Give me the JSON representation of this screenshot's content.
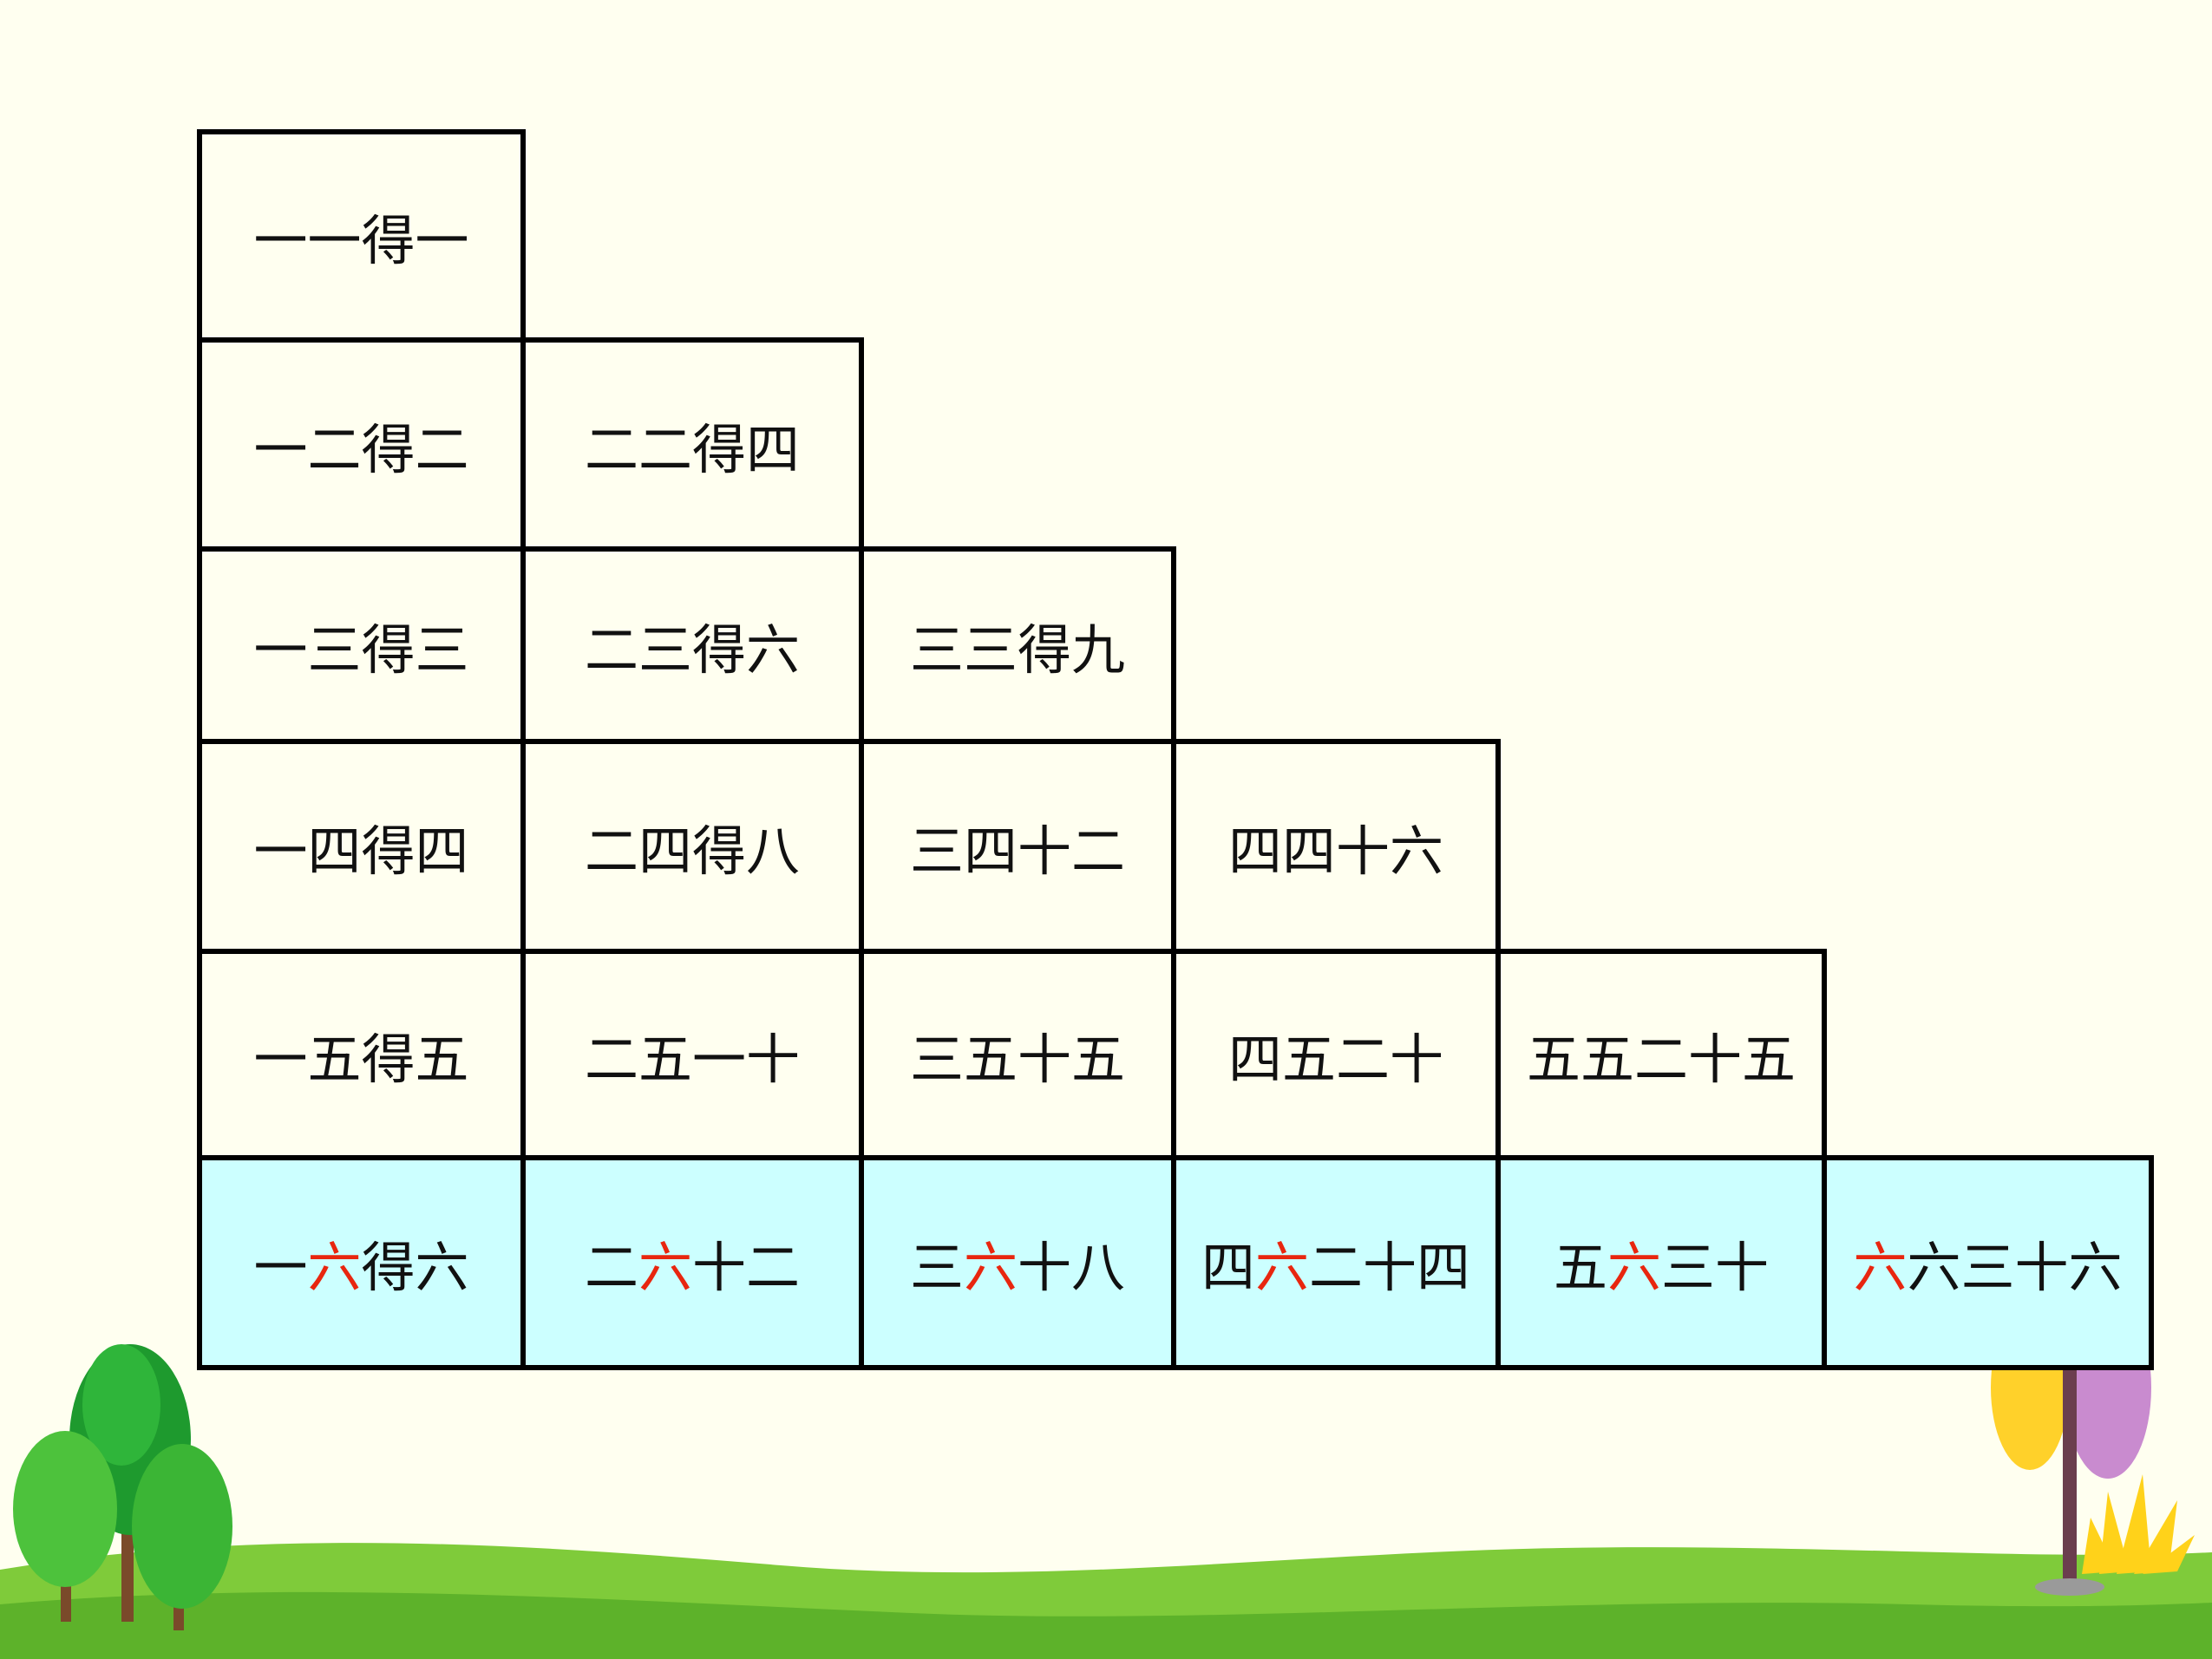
{
  "slide": {
    "background": "#FFFFF0",
    "highlight_row_color": "#CCFFFF",
    "highlight_char_color": "#E8260F",
    "decor_icons": [
      "green-trees-icon",
      "grass-hill-icon",
      "colorful-tree-sign-icon",
      "yellow-grass-tuft-icon"
    ]
  },
  "table": {
    "rows": [
      [
        {
          "parts": [
            {
              "t": "一一得一"
            }
          ]
        }
      ],
      [
        {
          "parts": [
            {
              "t": "一二得二"
            }
          ]
        },
        {
          "parts": [
            {
              "t": "二二得四"
            }
          ]
        }
      ],
      [
        {
          "parts": [
            {
              "t": "一三得三"
            }
          ]
        },
        {
          "parts": [
            {
              "t": "二三得六"
            }
          ]
        },
        {
          "parts": [
            {
              "t": "三三得九"
            }
          ]
        }
      ],
      [
        {
          "parts": [
            {
              "t": "一四得四"
            }
          ]
        },
        {
          "parts": [
            {
              "t": "二四得八"
            }
          ]
        },
        {
          "parts": [
            {
              "t": "三四十二"
            }
          ]
        },
        {
          "parts": [
            {
              "t": "四四十六"
            }
          ]
        }
      ],
      [
        {
          "parts": [
            {
              "t": "一五得五"
            }
          ]
        },
        {
          "parts": [
            {
              "t": "二五一十"
            }
          ]
        },
        {
          "parts": [
            {
              "t": "三五十五"
            }
          ]
        },
        {
          "parts": [
            {
              "t": "四五二十"
            }
          ]
        },
        {
          "parts": [
            {
              "t": "五五二十五"
            }
          ]
        }
      ],
      [
        {
          "parts": [
            {
              "t": "一"
            },
            {
              "t": "六",
              "red": true
            },
            {
              "t": "得六"
            }
          ]
        },
        {
          "parts": [
            {
              "t": "二"
            },
            {
              "t": "六",
              "red": true
            },
            {
              "t": "十二"
            }
          ]
        },
        {
          "parts": [
            {
              "t": "三"
            },
            {
              "t": "六",
              "red": true
            },
            {
              "t": "十八"
            }
          ]
        },
        {
          "parts": [
            {
              "t": "四"
            },
            {
              "t": "六",
              "red": true
            },
            {
              "t": "二十四"
            }
          ]
        },
        {
          "parts": [
            {
              "t": "五"
            },
            {
              "t": "六",
              "red": true
            },
            {
              "t": "三十"
            }
          ]
        },
        {
          "parts": [
            {
              "t": "六",
              "red": true
            },
            {
              "t": "六三十六"
            }
          ]
        }
      ]
    ],
    "highlighted_row": 5
  }
}
